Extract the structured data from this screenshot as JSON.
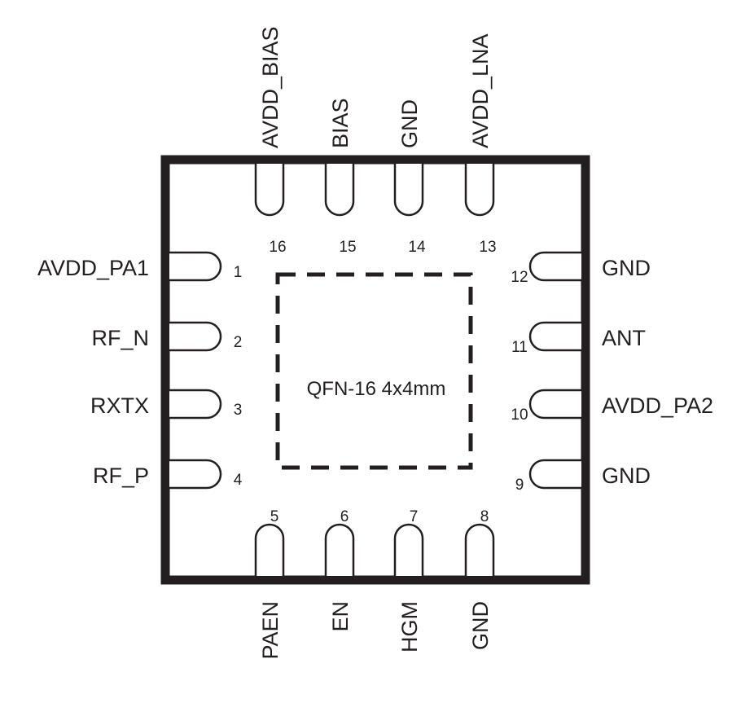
{
  "package_label": "QFN-16 4x4mm",
  "colors": {
    "ink": "#231f20",
    "background": "#ffffff"
  },
  "pins": {
    "left": [
      {
        "number": "1",
        "name": "AVDD_PA1"
      },
      {
        "number": "2",
        "name": "RF_N"
      },
      {
        "number": "3",
        "name": "RXTX"
      },
      {
        "number": "4",
        "name": "RF_P"
      }
    ],
    "bottom": [
      {
        "number": "5",
        "name": "PAEN"
      },
      {
        "number": "6",
        "name": "EN"
      },
      {
        "number": "7",
        "name": "HGM"
      },
      {
        "number": "8",
        "name": "GND"
      }
    ],
    "right": [
      {
        "number": "9",
        "name": "GND"
      },
      {
        "number": "10",
        "name": "AVDD_PA2"
      },
      {
        "number": "11",
        "name": "ANT"
      },
      {
        "number": "12",
        "name": "GND"
      }
    ],
    "top": [
      {
        "number": "13",
        "name": "AVDD_LNA"
      },
      {
        "number": "14",
        "name": "GND"
      },
      {
        "number": "15",
        "name": "BIAS"
      },
      {
        "number": "16",
        "name": "AVDD_BIAS"
      }
    ]
  }
}
